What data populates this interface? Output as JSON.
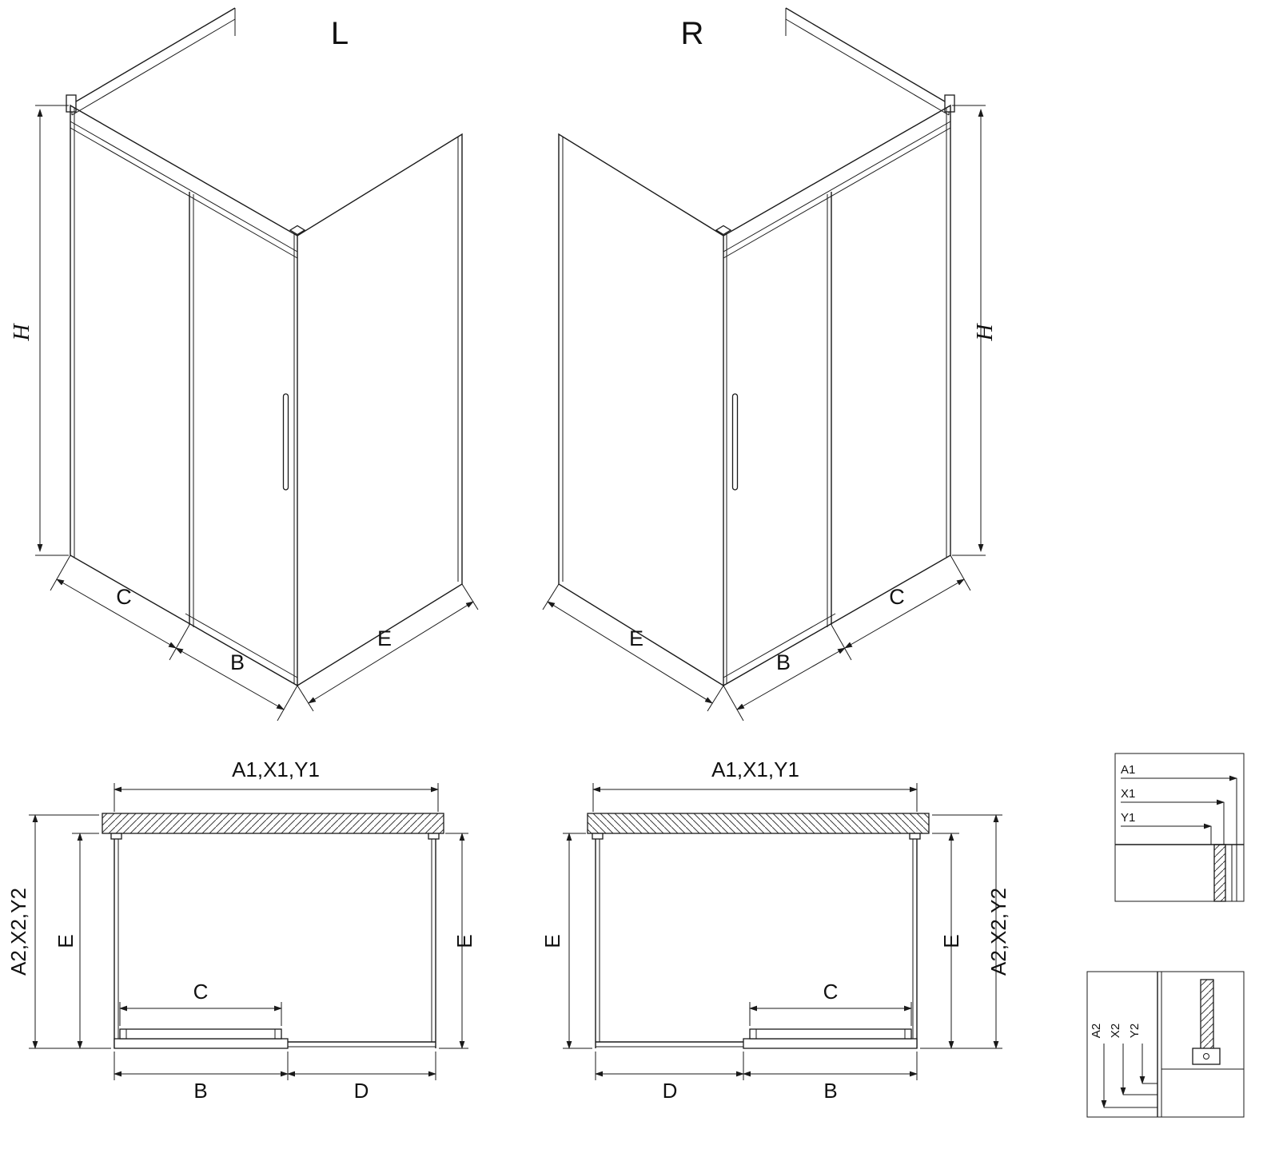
{
  "drawing": {
    "kind": "shower-enclosure-technical-drawing",
    "colors": {
      "line": "#1a1a1a",
      "text": "#111111",
      "background": "#ffffff"
    },
    "iso_left": {
      "title": "L",
      "dim_height": "H",
      "dim_front_fixed": "C",
      "dim_door": "B",
      "dim_side": "E"
    },
    "iso_right": {
      "title": "R",
      "dim_height": "H",
      "dim_front_fixed": "C",
      "dim_door": "B",
      "dim_side": "E"
    },
    "plan_left": {
      "dim_top": "A1,X1,Y1",
      "dim_overall_depth": "A2,X2,Y2",
      "dim_depth_left": "E",
      "dim_depth_right": "E",
      "dim_door_glass": "C",
      "dim_door_assembly": "B",
      "dim_fixed_front": "D"
    },
    "plan_right": {
      "dim_top": "A1,X1,Y1",
      "dim_overall_depth": "A2,X2,Y2",
      "dim_depth_left": "E",
      "dim_depth_right": "E",
      "dim_door_glass": "C",
      "dim_door_assembly": "B",
      "dim_fixed_front": "D"
    },
    "detail_top": {
      "labels": [
        "A1",
        "X1",
        "Y1"
      ]
    },
    "detail_bottom": {
      "labels": [
        "A2",
        "X2",
        "Y2"
      ]
    }
  }
}
